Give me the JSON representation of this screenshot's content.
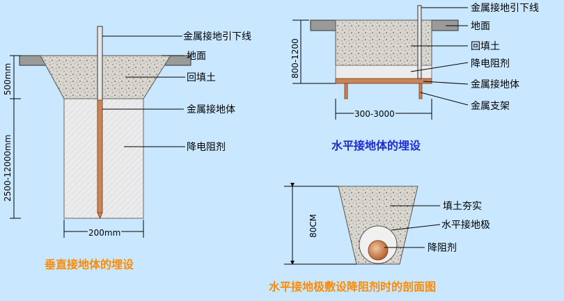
{
  "colors": {
    "background": "#c9e8ff",
    "caption_blue": "#1c2bd6",
    "caption_orange": "#ff8a00",
    "copper": "#c9855a",
    "copper_dark": "#8a4a26",
    "soil": "#d7d4cc",
    "slab": "#9a9a9a",
    "resistance_agent": "#e9e9e9"
  },
  "vertical": {
    "labels": {
      "down_lead": "金属接地引下线",
      "ground": "地面",
      "backfill": "回填土",
      "electrode": "金属接地体",
      "agent": "降电阻剂"
    },
    "dims": {
      "depth_top": "500mm",
      "depth_total": "2500-12000mm",
      "width": "200mm"
    },
    "caption": "垂直接地体的埋设"
  },
  "horizontal": {
    "labels": {
      "down_lead": "金属接地引下线",
      "ground": "地面",
      "backfill": "回填土",
      "agent": "降电阻剂",
      "electrode": "金属接地体",
      "support": "金属支架"
    },
    "dims": {
      "depth": "800-1200",
      "width": "300-3000"
    },
    "caption": "水平接地体的埋设"
  },
  "section": {
    "labels": {
      "fill": "填土夯实",
      "pole": "水平接地极",
      "agent": "降阻剂"
    },
    "dims": {
      "depth": "80CM"
    },
    "caption": "水平接地极敷设降阻剂时的剖面图"
  }
}
